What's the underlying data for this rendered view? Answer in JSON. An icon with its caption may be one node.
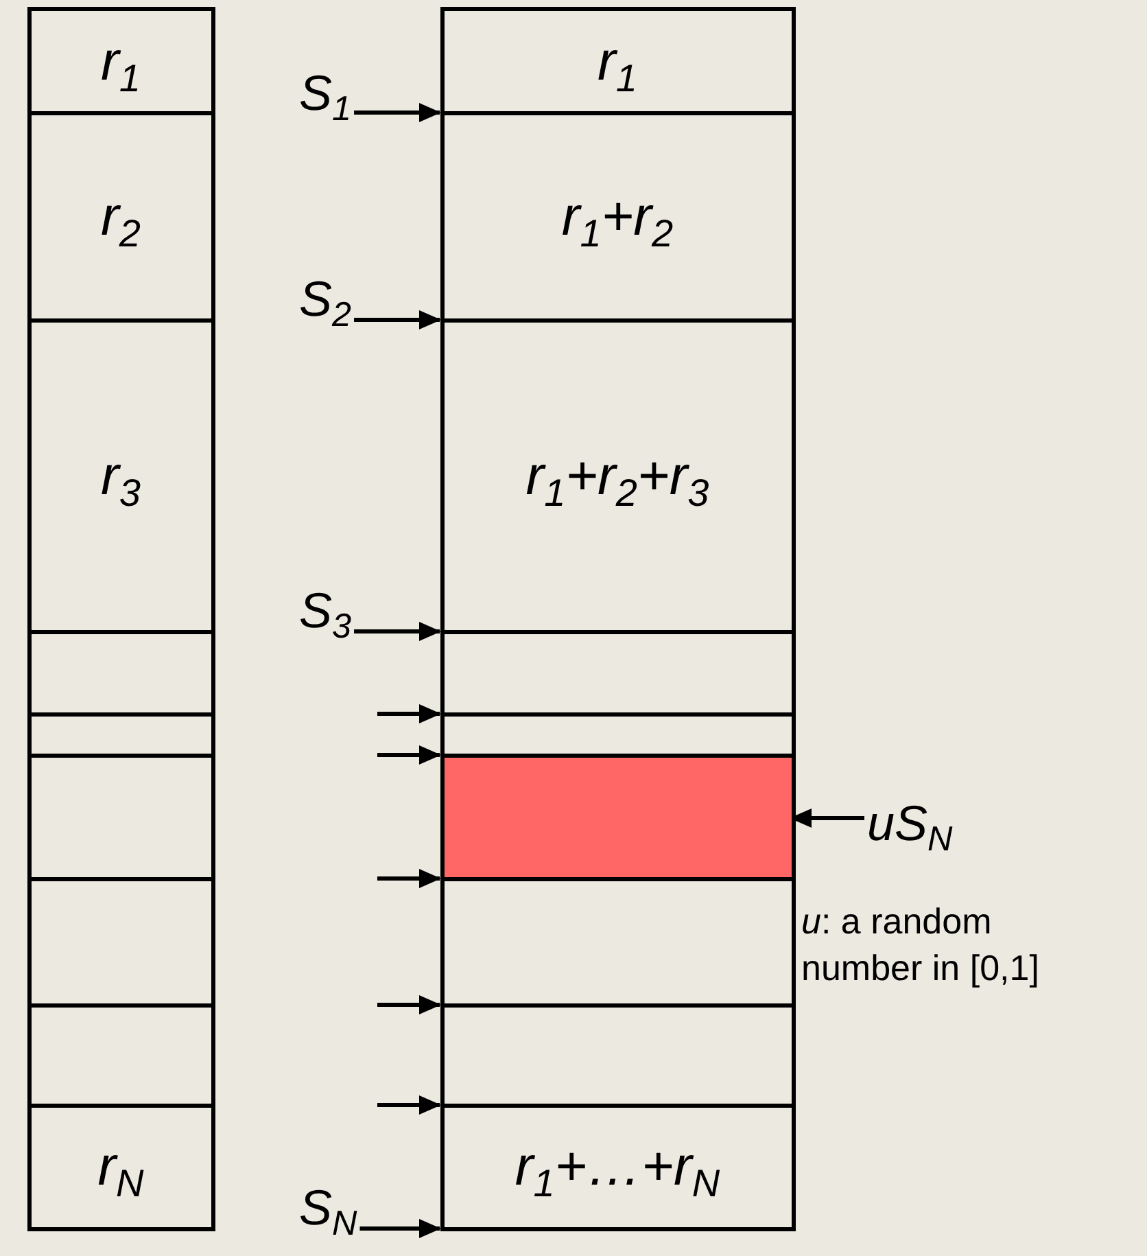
{
  "diagram": {
    "nodes": [
      {
        "text": [],
        "shape": "box"
      },
      {
        "text": [
          "r$_{1}$"
        ],
        "in": 0
      },
      {
        "text": [
          "r$_{2}$"
        ],
        "in": 0
      },
      {
        "text": [
          "r$_{3}$"
        ],
        "in": 0
      },
      {
        "text": [],
        "shape": "box",
        "in": 0
      },
      {
        "text": [],
        "shape": "box",
        "in": 0
      },
      {
        "text": [],
        "shape": "box",
        "in": 0
      },
      {
        "text": [],
        "shape": "box",
        "in": 0
      },
      {
        "text": [],
        "shape": "box",
        "in": 0
      },
      {
        "text": [
          "r$_{N}$"
        ],
        "in": 0
      },
      {
        "text": [],
        "shape": "box"
      },
      {
        "text": [
          "r$_{1}$"
        ],
        "in": 10
      },
      {
        "text": [
          "r$_{1}$+r$_{2}$"
        ],
        "in": 10
      },
      {
        "text": [
          "r$_{1}$+r$_{2}$+r$_{3}$"
        ],
        "in": 10
      },
      {
        "text": [],
        "shape": "box",
        "in": 10
      },
      {
        "text": [],
        "shape": "box",
        "in": 10
      },
      {
        "text": [],
        "shape": "box",
        "in": 10
      },
      {
        "text": [],
        "shape": "box",
        "in": 10
      },
      {
        "text": [],
        "shape": "box",
        "in": 10
      },
      {
        "text": [
          "r$_{1}$+…+r$_{N}$"
        ],
        "in": 10
      },
      {
        "text": [
          "S$_{1}$"
        ]
      },
      {
        "text": [
          "S$_{2}$"
        ]
      },
      {
        "text": [
          "S$_{3}$"
        ]
      },
      {
        "text": [
          "S$_{N}$"
        ]
      },
      {
        "text": [
          "uS$_{N}$"
        ]
      }
    ],
    "edges": [
      {
        "from": 20,
        "to": 10,
        "arrow": "to"
      },
      {
        "from": 21,
        "to": 10,
        "arrow": "to"
      },
      {
        "from": 22,
        "to": 10,
        "arrow": "to"
      },
      {
        "from": null,
        "to": 10,
        "arrow": "to"
      },
      {
        "from": null,
        "to": 10,
        "arrow": "to"
      },
      {
        "from": null,
        "to": 10,
        "arrow": "to"
      },
      {
        "from": null,
        "to": 10,
        "arrow": "to"
      },
      {
        "from": null,
        "to": 10,
        "arrow": "to"
      },
      {
        "from": 23,
        "to": 10,
        "arrow": "to"
      },
      {
        "from": 24,
        "to": 16,
        "arrow": "to"
      }
    ],
    "labels": [
      "*u*: a random number in [0,1]"
    ]
  }
}
